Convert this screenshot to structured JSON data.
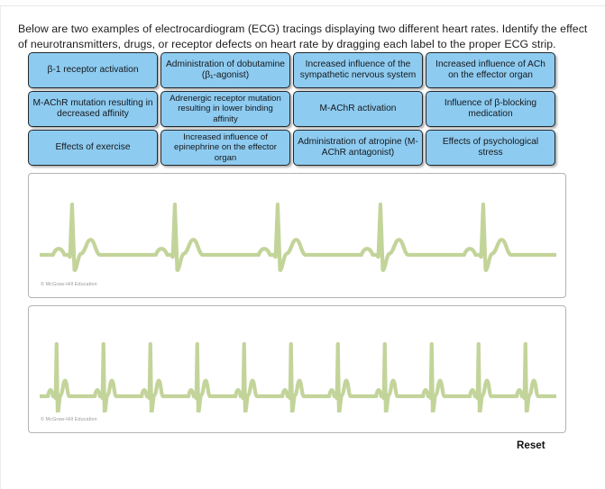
{
  "instructions": {
    "text": "Below are two examples of electrocardiogram (ECG) tracings displaying two different heart rates.  Identify the effect of neurotransmitters, drugs, or receptor defects on heart rate by dragging each label to the proper ECG strip."
  },
  "labels": [
    {
      "id": "b1-receptor-activation",
      "text": "β-1 receptor activation",
      "lines": 1
    },
    {
      "id": "administration-of-dobutamine",
      "text": "Administration of dobutamine (β₁-agonist)",
      "lines": 2
    },
    {
      "id": "increased-influence-sympathetic",
      "text": "Increased influence of the sympathetic nervous system",
      "lines": 2
    },
    {
      "id": "increased-influence-ach",
      "text": "Increased influence of ACh on the effector organ",
      "lines": 2
    },
    {
      "id": "machr-mutation-decreased-affinity",
      "text": "M-AChR mutation resulting in decreased affinity",
      "lines": 2
    },
    {
      "id": "adrenergic-receptor-mutation",
      "text": "Adrenergic receptor mutation resulting in lower binding affinity",
      "lines": 3
    },
    {
      "id": "machr-activation",
      "text": "M-AChR activation",
      "lines": 1
    },
    {
      "id": "influence-beta-blocking",
      "text": "Influence of β-blocking medication",
      "lines": 2
    },
    {
      "id": "effects-of-exercise",
      "text": "Effects of exercise",
      "lines": 1
    },
    {
      "id": "increased-influence-epinephrine",
      "text": "Increased influence of epinephrine on the effector organ",
      "lines": 3
    },
    {
      "id": "administration-of-atropine",
      "text": "Administration of atropine (M-AChR antagonist)",
      "lines": 2
    },
    {
      "id": "effects-of-psychological-stress",
      "text": "Effects of psychological stress",
      "lines": 2
    }
  ],
  "ecg_strips": [
    {
      "id": "ecg-strip-slow",
      "credit": "© McGraw-Hill Education",
      "beats": 5,
      "rate_description": "slower heart rate",
      "trace_color": "#c3d49a"
    },
    {
      "id": "ecg-strip-fast",
      "credit": "© McGraw-Hill Education",
      "beats": 11,
      "rate_description": "faster heart rate",
      "trace_color": "#c3d49a"
    }
  ],
  "controls": {
    "reset_label": "Reset"
  },
  "colors": {
    "label_fill": "#8ecbf0",
    "label_border": "#23272b",
    "trace": "#c3d49a",
    "panel_border": "#b3b3b3",
    "text": "#1d1d1d"
  }
}
